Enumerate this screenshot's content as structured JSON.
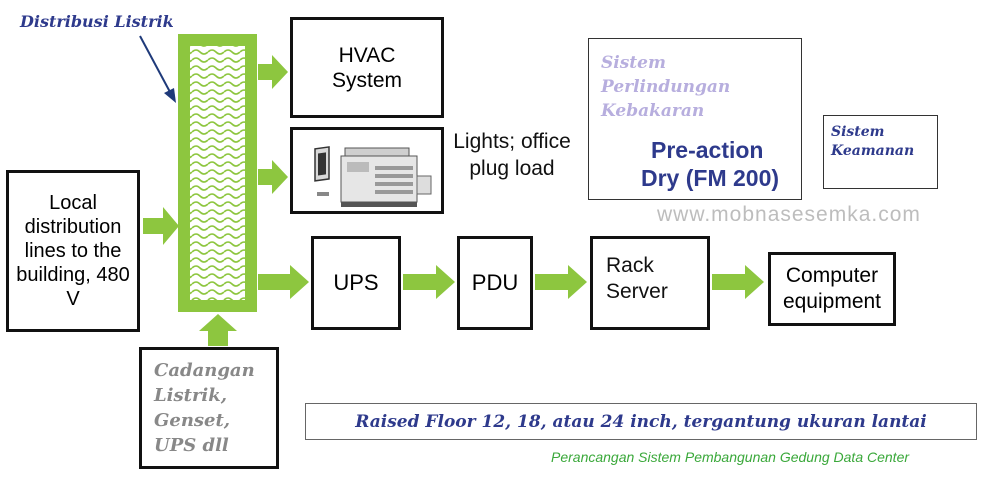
{
  "title": "Distribusi Listrik",
  "boxes": {
    "local": "Local distribution lines to the building, 480 V",
    "hvac": "HVAC System",
    "lights": "Lights; office plug load",
    "ups": "UPS",
    "pdu": "PDU",
    "rack": "Rack Server",
    "computer": "Computer equipment",
    "backup": "Cadangan Listrik, Genset, UPS dll"
  },
  "fire": {
    "title": "Sistem Perlindungan Kebakaran",
    "items": [
      "Pre-action",
      "Dry (FM 200)"
    ]
  },
  "security": "Sistem Keamanan",
  "watermark": "www.mobnasesemka.com",
  "raised_floor": "Raised Floor 12, 18, atau 24 inch, tergantung ukuran lantai",
  "footer": "Perancangan Sistem Pembangunan Gedung Data Center",
  "colors": {
    "arrow": "#8dc63f",
    "accent_blue": "#2e3a8c",
    "lavender": "#b7aede",
    "green_text": "#3aa83a"
  }
}
